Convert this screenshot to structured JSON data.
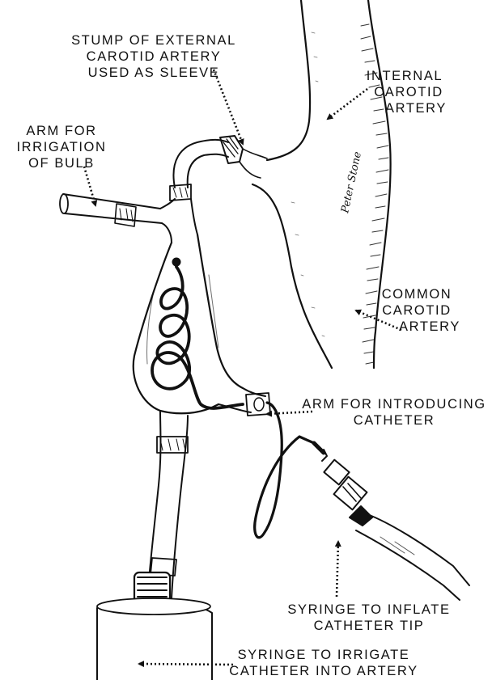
{
  "labels": {
    "stump": [
      "STUMP OF EXTERNAL",
      "CAROTID ARTERY",
      "USED AS SLEEVE"
    ],
    "internal": [
      "INTERNAL",
      "CAROTID",
      "ARTERY"
    ],
    "arm_irrigation": [
      "ARM FOR",
      "IRRIGATION",
      "OF BULB"
    ],
    "common": [
      "COMMON",
      "CAROTID",
      "ARTERY"
    ],
    "arm_catheter": [
      "ARM FOR INTRODUCING",
      "CATHETER"
    ],
    "syringe_inflate": [
      "SYRINGE TO INFLATE",
      "CATHETER TIP"
    ],
    "syringe_irrigate": [
      "SYRINGE TO IRRIGATE",
      "CATHETER INTO ARTERY"
    ],
    "signature": "Peter Stone"
  },
  "colors": {
    "ink": "#111111",
    "paper": "#ffffff"
  }
}
